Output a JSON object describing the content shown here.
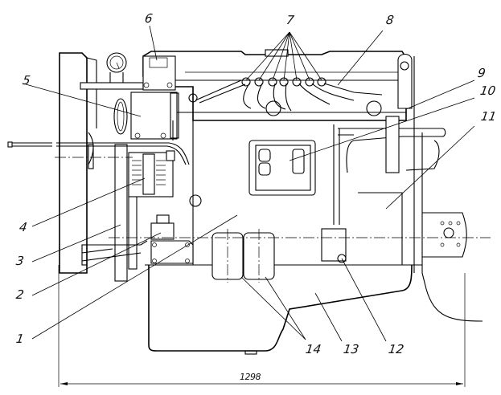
{
  "figure": {
    "subject": "engine assembly side view",
    "colors": {
      "line": "#000000",
      "background": "#ffffff"
    }
  },
  "callouts": [
    {
      "id": "1",
      "label": "1"
    },
    {
      "id": "2",
      "label": "2"
    },
    {
      "id": "3",
      "label": "3"
    },
    {
      "id": "4",
      "label": "4"
    },
    {
      "id": "5",
      "label": "5"
    },
    {
      "id": "6",
      "label": "6"
    },
    {
      "id": "7",
      "label": "7"
    },
    {
      "id": "8",
      "label": "8"
    },
    {
      "id": "9",
      "label": "9"
    },
    {
      "id": "10",
      "label": "10"
    },
    {
      "id": "11",
      "label": "11"
    },
    {
      "id": "12",
      "label": "12"
    },
    {
      "id": "13",
      "label": "13"
    },
    {
      "id": "14",
      "label": "14"
    }
  ],
  "dimension": {
    "overall_length": "1298"
  }
}
